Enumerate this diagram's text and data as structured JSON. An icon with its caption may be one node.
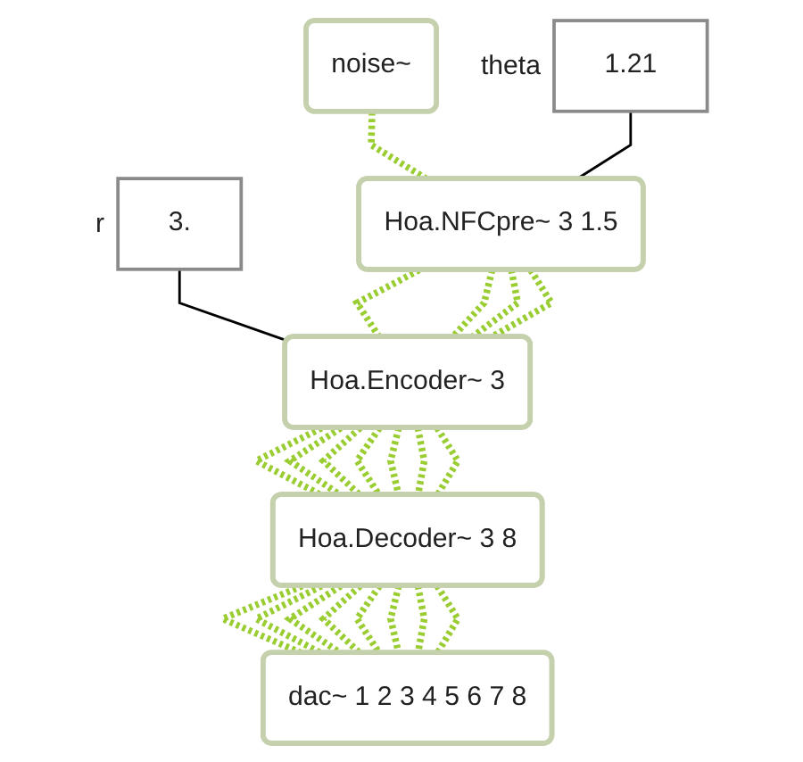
{
  "diagram": {
    "nodes": [
      {
        "text": [
          "1.21"
        ],
        "beside": [
          "theta"
        ]
      },
      {
        "text": [
          "noise~"
        ]
      },
      {
        "text": [
          "3."
        ],
        "beside": [
          "r"
        ]
      },
      {
        "text": [
          "Hoa.NFCpre~ 3 1.5"
        ]
      },
      {
        "text": [
          "Hoa.Encoder~ 3"
        ]
      },
      {
        "text": [
          "Hoa.Decoder~ 3 8"
        ]
      },
      {
        "text": [
          "dac~ 1 2 3 4 5 6 7 8"
        ]
      }
    ],
    "edges": [
      {
        "from": 1,
        "to": 3,
        "arrow": "none",
        "style": "dashed"
      },
      {
        "from": 0,
        "to": 3,
        "arrow": "none",
        "color": "#000000"
      },
      {
        "from": 2,
        "to": 4,
        "arrow": "none",
        "color": "#000000"
      },
      {
        "from": 3,
        "to": 4,
        "arrow": "none",
        "style": "dashed"
      },
      {
        "from": 3,
        "to": 4,
        "arrow": "none",
        "style": "dashed"
      },
      {
        "from": 3,
        "to": 4,
        "arrow": "none",
        "style": "dashed"
      },
      {
        "from": 3,
        "to": 4,
        "arrow": "none",
        "style": "dashed"
      },
      {
        "from": 4,
        "to": 5,
        "arrow": "none",
        "style": "dashed"
      },
      {
        "from": 4,
        "to": 5,
        "arrow": "none",
        "style": "dashed"
      },
      {
        "from": 4,
        "to": 5,
        "arrow": "none",
        "style": "dashed"
      },
      {
        "from": 4,
        "to": 5,
        "arrow": "none",
        "style": "dashed"
      },
      {
        "from": 4,
        "to": 5,
        "arrow": "none",
        "style": "dashed"
      },
      {
        "from": 4,
        "to": 5,
        "arrow": "none",
        "style": "dashed"
      },
      {
        "from": 4,
        "to": 5,
        "arrow": "none",
        "style": "dashed"
      },
      {
        "from": 5,
        "to": 6,
        "arrow": "none",
        "style": "dashed"
      },
      {
        "from": 5,
        "to": 6,
        "arrow": "none",
        "style": "dashed"
      },
      {
        "from": 5,
        "to": 6,
        "arrow": "none",
        "style": "dashed"
      },
      {
        "from": 5,
        "to": 6,
        "arrow": "none",
        "style": "dashed"
      },
      {
        "from": 5,
        "to": 6,
        "arrow": "none",
        "style": "dashed"
      },
      {
        "from": 5,
        "to": 6,
        "arrow": "none",
        "style": "dashed"
      },
      {
        "from": 5,
        "to": 6,
        "arrow": "none",
        "style": "dashed"
      },
      {
        "from": 5,
        "to": 6,
        "arrow": "none",
        "style": "dashed"
      }
    ]
  }
}
